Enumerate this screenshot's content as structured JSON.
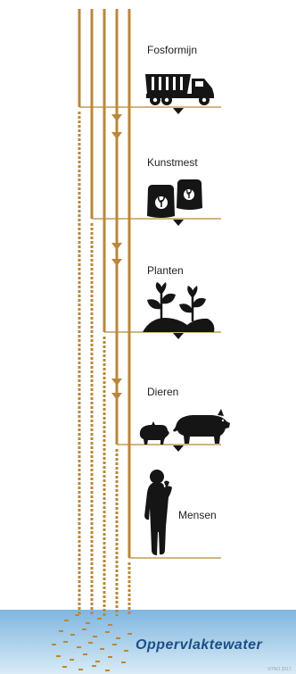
{
  "colors": {
    "flow": "#b8883a",
    "icon": "#151515",
    "water_top": "#7fb6df",
    "water_bottom": "#d9ebf6",
    "water_text": "#1a4f86"
  },
  "stages": [
    {
      "label": "Fosformijn",
      "icon": "dump-truck-icon"
    },
    {
      "label": "Kunstmest",
      "icon": "fertilizer-bags-icon"
    },
    {
      "label": "Planten",
      "icon": "plants-icon"
    },
    {
      "label": "Dieren",
      "icon": "pig-icon"
    },
    {
      "label": "Mensen",
      "icon": "person-icon"
    }
  ],
  "water": {
    "label": "Oppervlaktewater"
  },
  "credit": "©TNO 2017"
}
